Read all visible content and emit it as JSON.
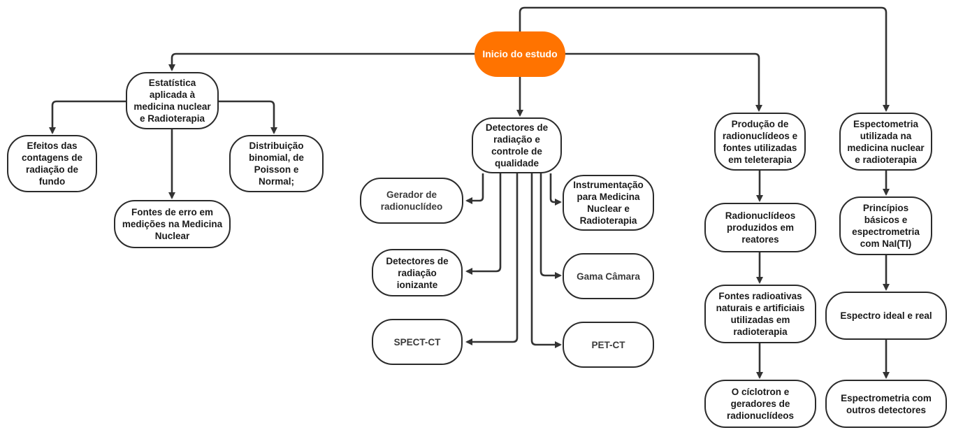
{
  "colors": {
    "start_fill": "#ff7300",
    "start_text": "#ffffff",
    "line": "#333333",
    "node_border": "#2b2b2b"
  },
  "nodes": {
    "start": "Inicio do estudo",
    "estatistica": "Estatística aplicada à medicina nuclear e Radioterapia",
    "efeitos": "Efeitos das contagens de radiação de fundo",
    "distribuicao": "Distribuição binomial, de Poisson e Normal;",
    "fontes_erro": "Fontes de erro em medições na Medicina Nuclear",
    "detectores": "Detectores de radiação e controle de qualidade",
    "gerador": "Gerador de radionuclídeo",
    "detectores_ion": "Detectores de radiação ionizante",
    "spect": "SPECT-CT",
    "instrumentacao": "Instrumentação para Medicina Nuclear e Radioterapia",
    "gama": "Gama Câmara",
    "pet": "PET-CT",
    "producao": "Produção de radionuclídeos e fontes utilizadas em teleterapia",
    "reatores": "Radionuclídeos produzidos em reatores",
    "fontes_radio": "Fontes radioativas naturais e artificiais utilizadas em radioterapia",
    "ciclotron": "O cíclotron e geradores de radionuclídeos",
    "espectometria": "Espectometria utilizada na medicina nuclear e radioterapia",
    "principios": "Princípios básicos e espectrometria com NaI(TI)",
    "espectro": "Espectro ideal e real",
    "outros": "Espectrometria com outros detectores"
  }
}
